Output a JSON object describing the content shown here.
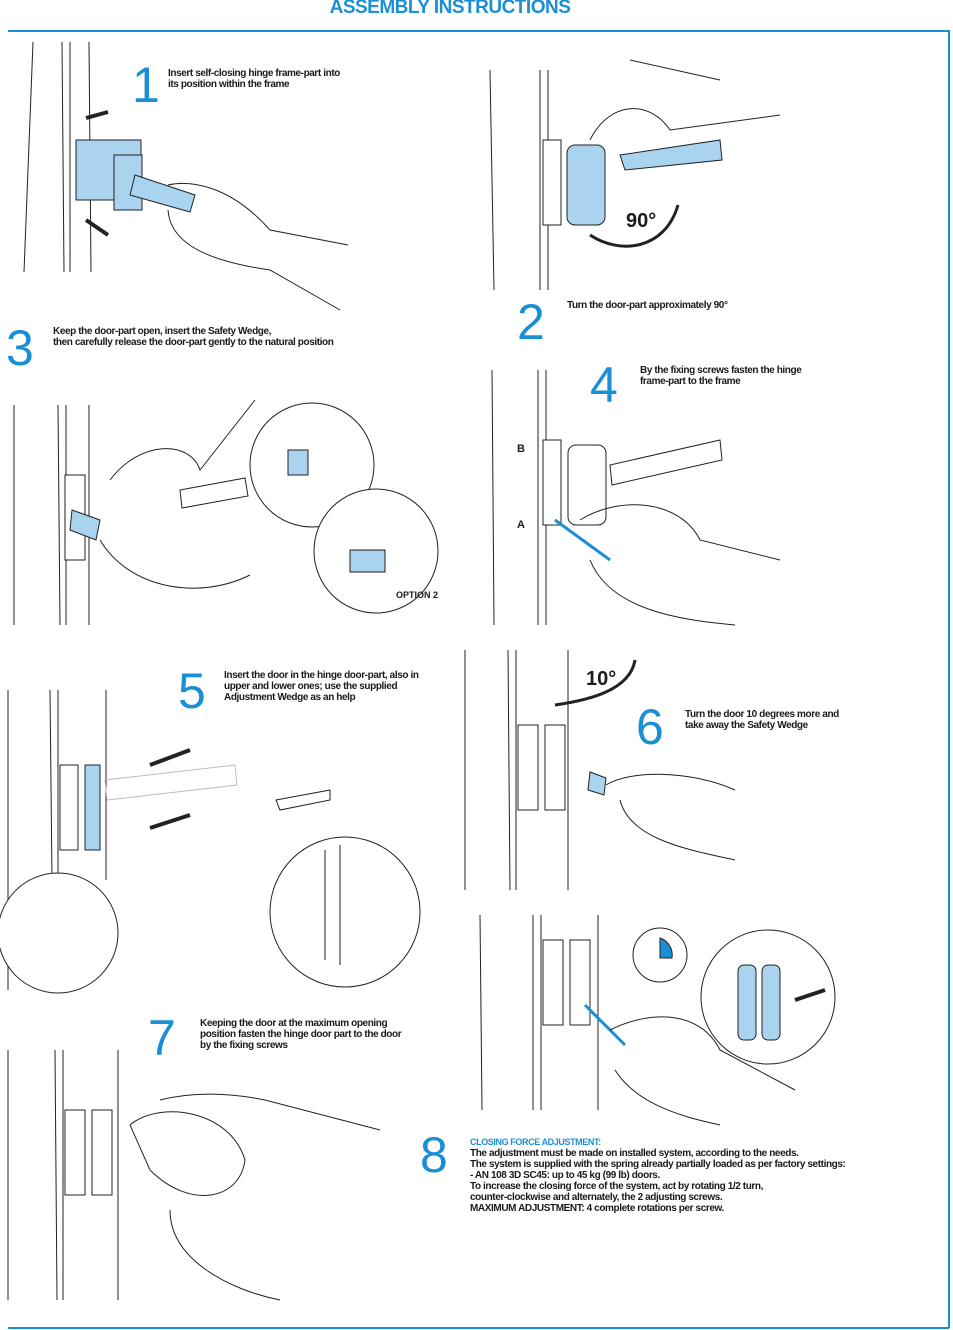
{
  "title": "ASSEMBLY INSTRUCTIONS",
  "colors": {
    "accent": "#1b8fd6",
    "part_fill": "#a9d3ee"
  },
  "steps": [
    {
      "number": "1",
      "text": "Insert self-closing hinge frame-part into\nits position within the frame"
    },
    {
      "number": "2",
      "text": "Turn the door-part approximately 90°"
    },
    {
      "number": "3",
      "text": "Keep the door-part open, insert the Safety Wedge,\nthen carefully release the door-part gently to the natural position"
    },
    {
      "number": "4",
      "text": "By the fixing screws fasten the hinge\nframe-part to the frame"
    },
    {
      "number": "5",
      "text": "Insert the door in the hinge door-part, also in\nupper and lower ones; use the supplied\nAdjustment Wedge as an help"
    },
    {
      "number": "6",
      "text": "Turn the door 10 degrees more and\ntake away the Safety Wedge"
    },
    {
      "number": "7",
      "text": "Keeping the door at the maximum opening\nposition fasten the hinge door part to the door\nby the fixing screws"
    },
    {
      "number": "8",
      "heading": "CLOSING FORCE ADJUSTMENT:",
      "text": "The adjustment must be made on installed system, according to the needs.\nThe system is supplied with the spring already partially loaded as per factory settings:\n- AN 108 3D SC45: up to 45 kg (99 lb) doors.\nTo increase the closing force of the system, act by rotating 1/2 turn,\ncounter-clockwise and alternately, the 2 adjusting screws.\nMAXIMUM ADJUSTMENT: 4 complete rotations  per screw."
    }
  ],
  "labels": {
    "angle_90": "90°",
    "angle_10": "10°",
    "point_a": "A",
    "point_b": "B",
    "option_2": "OPTION 2"
  }
}
